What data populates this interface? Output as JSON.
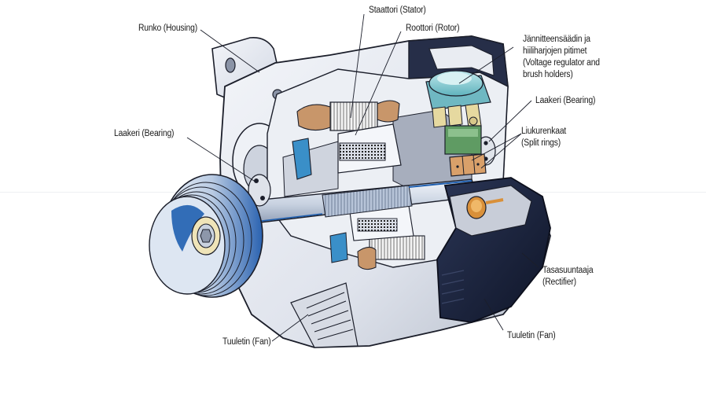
{
  "diagram": {
    "subject": "Alternator cutaway",
    "labels": [
      {
        "id": "housing",
        "text": "Runko (Housing)"
      },
      {
        "id": "stator",
        "text": "Staattori (Stator)"
      },
      {
        "id": "rotor",
        "text": "Roottori (Rotor)"
      },
      {
        "id": "regulator",
        "lines": [
          "Jännitteensäädin ja",
          "hiiliharjojen pitimet",
          "(Voltage regulator and",
          "brush holders)"
        ]
      },
      {
        "id": "bearing-right",
        "text": "Laakeri (Bearing)"
      },
      {
        "id": "split-rings",
        "lines": [
          "Liukurenkaat",
          "(Split rings)"
        ]
      },
      {
        "id": "bearing-left",
        "text": "Laakeri (Bearing)"
      },
      {
        "id": "rectifier",
        "lines": [
          "Tasasuuntaaja",
          "(Rectifier)"
        ]
      },
      {
        "id": "fan-left",
        "text": "Tuuletin (Fan)"
      },
      {
        "id": "fan-right",
        "text": "Tuuletin (Fan)"
      }
    ],
    "colors": {
      "housing": "#e4e7ee",
      "housing_shadow": "#b9bfcc",
      "outline": "#1b1e2a",
      "pulley": "#c9d6e8",
      "pulley_blue": "#1f5fb0",
      "copper": "#c8966a",
      "regulator_cap": "#8ed0d6",
      "regulator_green": "#5f9b63",
      "brush_yellow": "#e6d9a0",
      "split_ring": "#d9a06a",
      "rectifier_cover": "#1a2440",
      "shaft": "#cfd6e2",
      "cyan_part": "#3a8fc8"
    }
  }
}
